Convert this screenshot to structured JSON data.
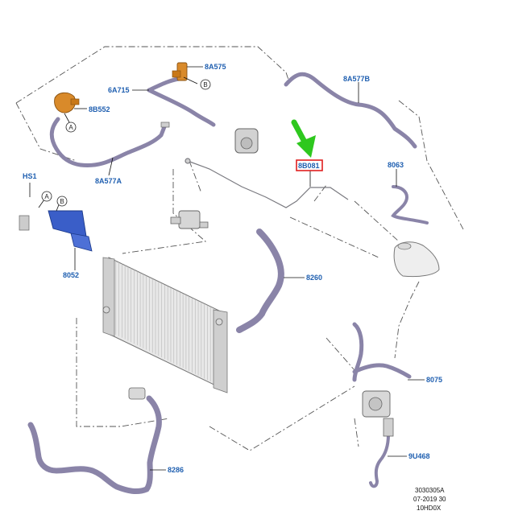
{
  "labels": {
    "l_8A575": "8A575",
    "l_6A715": "6A715",
    "l_8B552": "8B552",
    "l_8A577B": "8A577B",
    "l_8A577A": "8A577A",
    "l_HS1": "HS1",
    "l_8B081": "8B081",
    "l_8063": "8063",
    "l_8052": "8052",
    "l_8260": "8260",
    "l_8075": "8075",
    "l_8286": "8286",
    "l_9U468": "9U468"
  },
  "callouts": {
    "a1": "A",
    "b1": "B",
    "a2": "A",
    "b2": "B"
  },
  "footer": {
    "line1": "3030305A",
    "line2": "07-2019 30",
    "line3": "10HD0X"
  },
  "colors": {
    "label_text": "#1f5fb0",
    "hose": "#8a84a8",
    "orange_part": "#d98a2a",
    "blue_bracket": "#3a5ec8",
    "highlight_box": "#e02020",
    "arrow": "#2ec81e"
  },
  "highlighted_part": "8B081"
}
